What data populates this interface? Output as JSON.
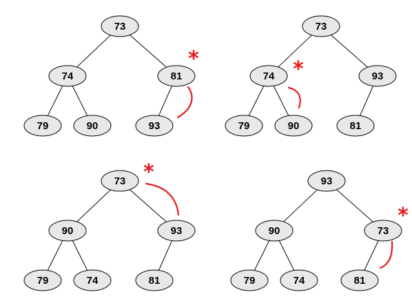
{
  "colors": {
    "node_fill": "#e8e8e8",
    "node_stroke": "#000000",
    "edge": "#000000",
    "accent": "#e8191b"
  },
  "marker_symbol": "*",
  "trees": [
    {
      "nodes": {
        "root": "73",
        "left": "74",
        "right": "81",
        "left_left": "79",
        "left_right": "90",
        "right_left": "93"
      },
      "marked_node": "right",
      "swap": [
        "right",
        "right_left"
      ]
    },
    {
      "nodes": {
        "root": "73",
        "left": "74",
        "right": "93",
        "left_left": "79",
        "left_right": "90",
        "right_left": "81"
      },
      "marked_node": "left",
      "swap": [
        "left",
        "left_right"
      ]
    },
    {
      "nodes": {
        "root": "73",
        "left": "90",
        "right": "93",
        "left_left": "79",
        "left_right": "74",
        "right_left": "81"
      },
      "marked_node": "root",
      "swap": [
        "root",
        "right"
      ]
    },
    {
      "nodes": {
        "root": "93",
        "left": "90",
        "right": "73",
        "left_left": "79",
        "left_right": "74",
        "right_left": "81"
      },
      "marked_node": "right",
      "swap": [
        "right",
        "right_left"
      ]
    }
  ]
}
